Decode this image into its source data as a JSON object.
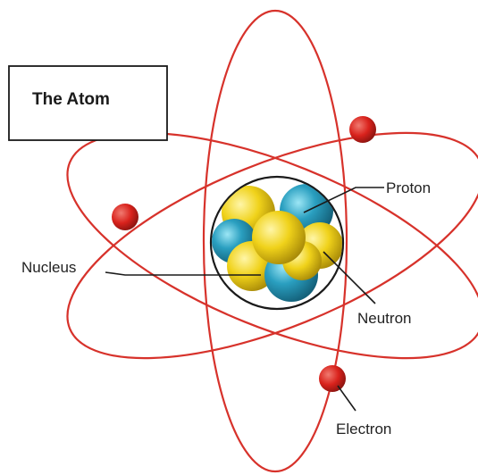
{
  "title": "The Atom",
  "labels": {
    "proton": "Proton",
    "nucleus": "Nucleus",
    "neutron": "Neutron",
    "electron": "Electron"
  },
  "colors": {
    "orbit": "#d7322b",
    "electron": "#d9221c",
    "electron_highlight": "#f07a70",
    "proton": "#2a9fc0",
    "proton_highlight": "#7ad8ec",
    "neutron": "#f0d21a",
    "neutron_highlight": "#fff6a8",
    "nucleus_ring": "#1a1a1a"
  }
}
